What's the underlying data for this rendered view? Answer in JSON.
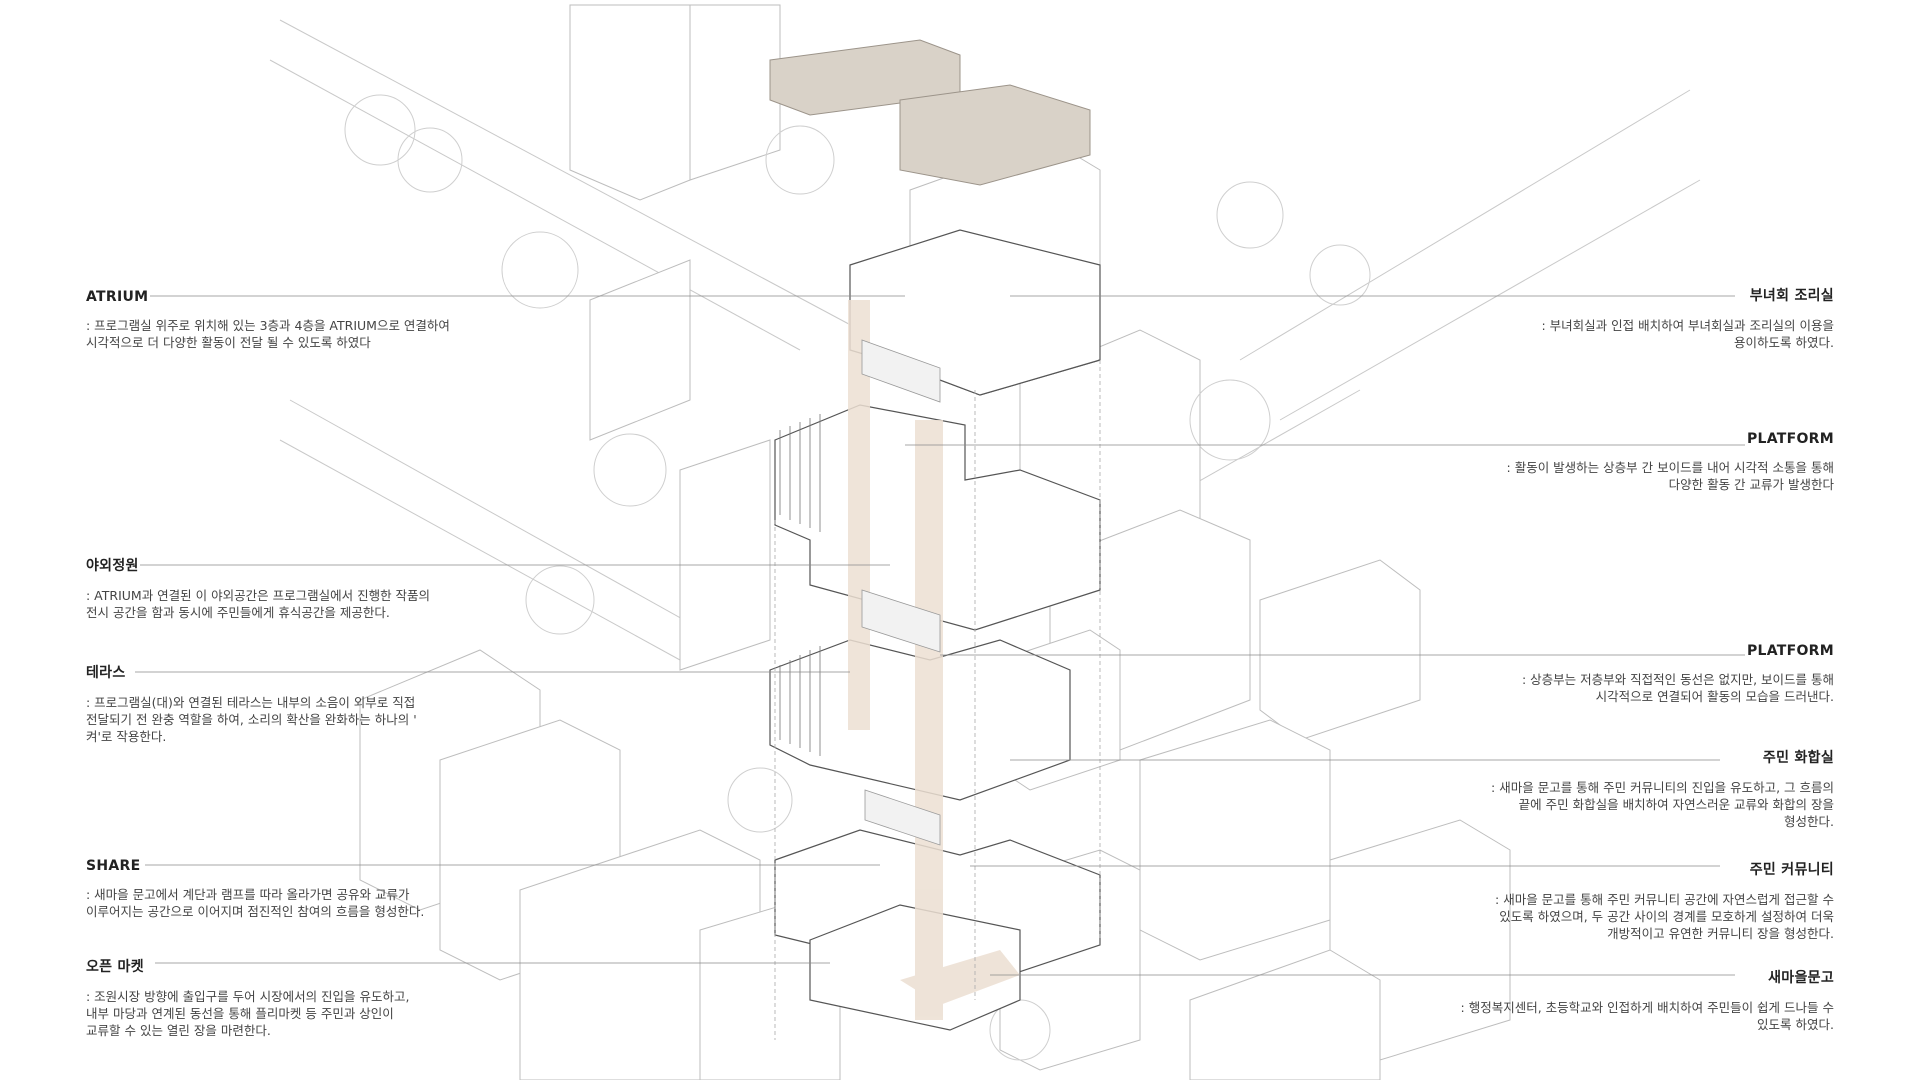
{
  "annotations_left": [
    {
      "title": "ATRIUM",
      "text": ": 프로그램실 위주로 위치해 있는 3층과 4층을 ATRIUM으로 연결하여\n시각적으로 더 다양한 활동이 전달 될 수 있도록 하였다"
    },
    {
      "title": "야외정원",
      "text": ": ATRIUM과 연결된 이 야외공간은 프로그램실에서  진행한 작품의\n전시 공간을 함과 동시에 주민들에게 휴식공간을 제공한다."
    },
    {
      "title": "테라스",
      "text": ": 프로그램실(대)와 연결된 테라스는 내부의 소음이 외부로 직접\n전달되기 전 완충 역할을 하여, 소리의 확산을 완화하는 하나의 '\n켜'로 작용한다."
    },
    {
      "title": "SHARE",
      "text": ": 새마을 문고에서 계단과 램프를 따라 올라가면 공유와 교류가\n이루어지는 공간으로 이어지며 점진적인 참여의 흐름을 형성한다."
    },
    {
      "title": "오픈 마켓",
      "text": ": 조원시장 방향에 출입구를 두어 시장에서의 진입을 유도하고,\n내부 마당과 연계된 동선을 통해 플리마켓 등 주민과 상인이\n교류할 수 있는 열린 장을 마련한다."
    }
  ],
  "annotations_right": [
    {
      "title": "부녀회 조리실",
      "text": ":  부녀회실과  인접  배치하여  부녀회실과  조리실의  이용을\n용이하도록 하였다."
    },
    {
      "title": "PLATFORM",
      "text": ": 활동이 발생하는 상층부 간  보이드를 내어 시각적 소통을 통해\n다양한 활동 간 교류가 발생한다"
    },
    {
      "title": "PLATFORM",
      "text": ": 상층부는  저층부와  직접적인  동선은  없지만,  보이드를  통해\n시각적으로 연결되어 활동의 모습을 드러낸다."
    },
    {
      "title": "주민 화합실",
      "text": ": 새마을 문고를 통해 주민 커뮤니티의 진입을 유도하고, 그 흐름의\n끝에  주민  화합실을  배치하여  자연스러운  교류와  화합의  장을\n형성한다."
    },
    {
      "title": "주민 커뮤니티",
      "text": ": 새마을 문고를 통해 주민 커뮤니티 공간에 자연스럽게 접근할 수\n있도록 하였으며, 두 공간 사이의 경계를 모호하게 설정하여 더욱\n개방적이고 유연한 커뮤니티 장을 형성한다."
    },
    {
      "title": "새마을문고",
      "text": ": 행정복지센터, 초등학교와 인접하게 배치하여 주민들이 쉽게 드나들 수\n있도록 하였다."
    }
  ]
}
